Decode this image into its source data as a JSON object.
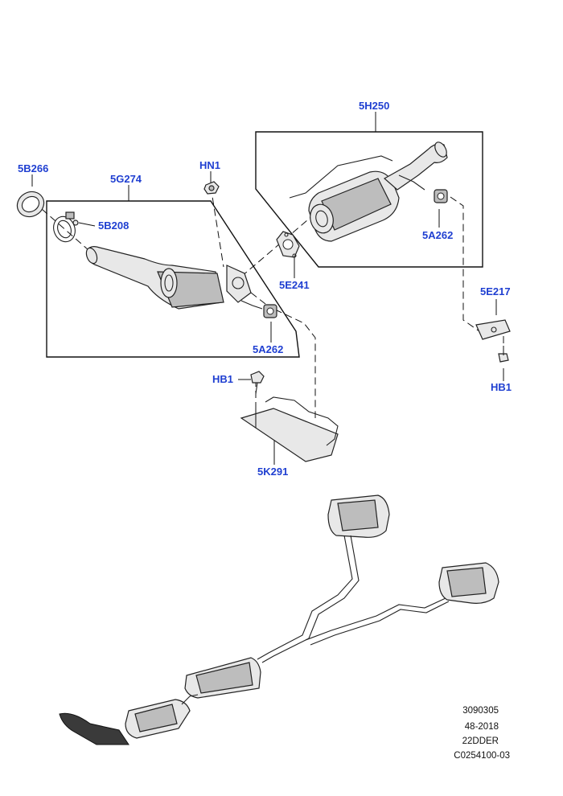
{
  "callouts": {
    "5H250": "5H250",
    "5B266": "5B266",
    "5G274": "5G274",
    "HN1": "HN1",
    "5B208": "5B208",
    "5A262_top": "5A262",
    "5E241": "5E241",
    "5E217": "5E217",
    "5A262_bottom": "5A262",
    "HB1_left": "HB1",
    "HB1_right": "HB1",
    "5K291": "5K291"
  },
  "reference": {
    "line1": "3090305",
    "line2": "48-2018",
    "line3": "22DDER",
    "line4": "C0254100-03"
  },
  "colors": {
    "callout": "#1f3fd1",
    "line": "#111111",
    "part_fill": "#e8e8e8",
    "part_shade": "#bdbdbd"
  }
}
